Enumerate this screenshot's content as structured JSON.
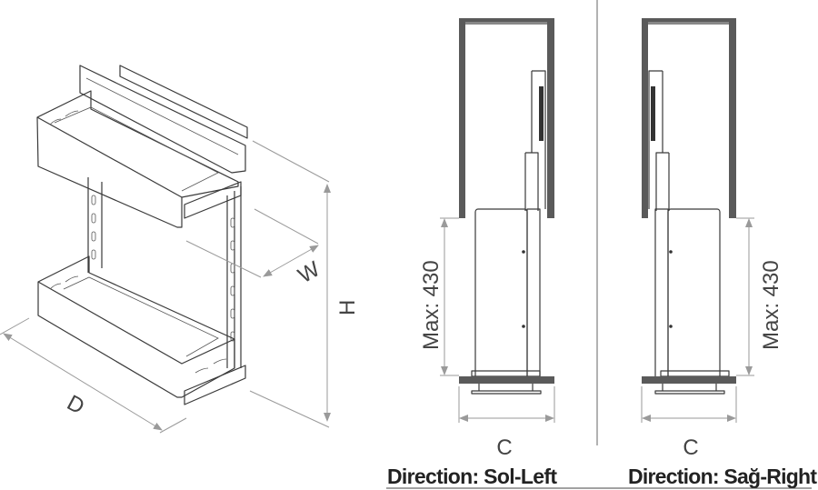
{
  "perspective_view": {
    "dim_width": "W",
    "dim_height": "H",
    "dim_depth": "D"
  },
  "left_view": {
    "max_label": "Max: 430",
    "width_label": "C",
    "direction": "Direction: Sol-Left"
  },
  "right_view": {
    "max_label": "Max: 430",
    "width_label": "C",
    "direction": "Direction: Sağ-Right"
  },
  "colors": {
    "wall": "#5a5a5a",
    "dimension": "#9a9a9a",
    "line": "#3a3a3a"
  }
}
